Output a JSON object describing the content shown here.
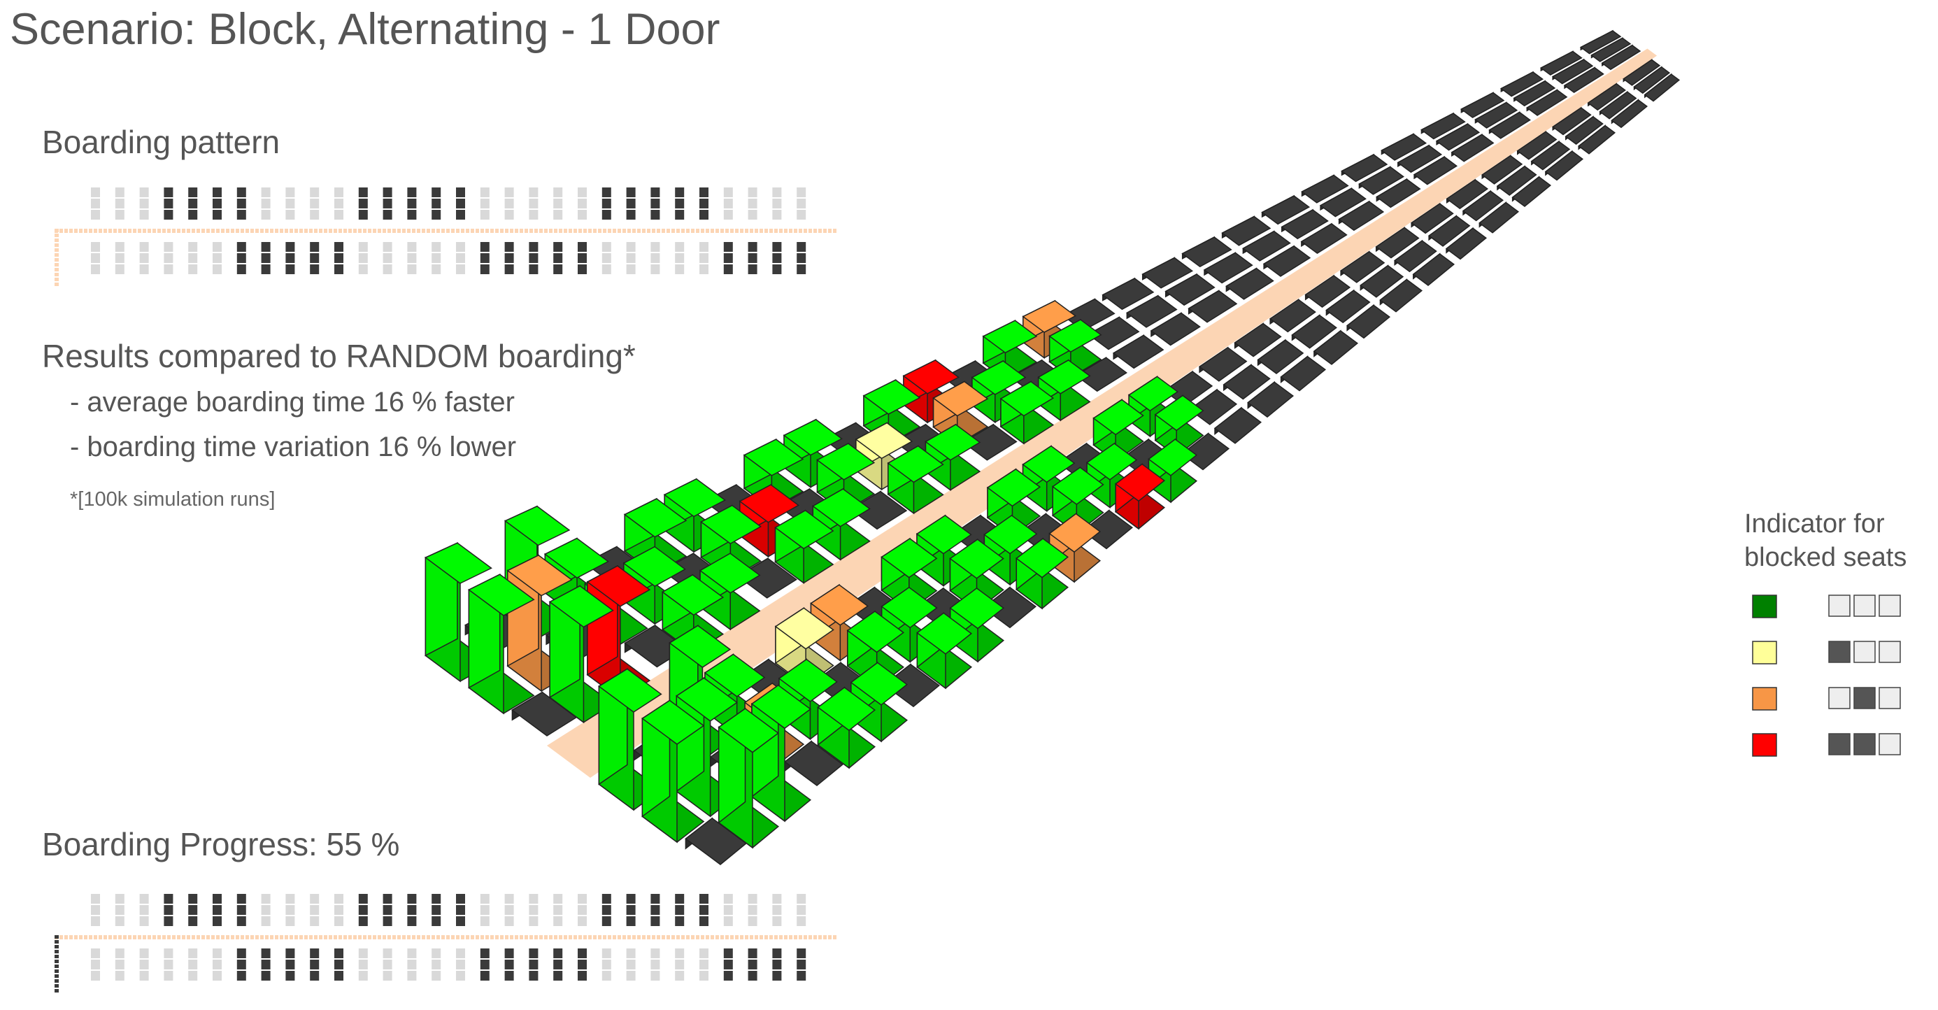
{
  "title": "Scenario: Block, Alternating - 1 Door",
  "boarding_pattern": {
    "heading": "Boarding pattern",
    "rows_per_side": 30,
    "upper_black_rows": [
      3,
      4,
      5,
      6,
      11,
      12,
      13,
      14,
      15,
      21,
      22,
      23,
      24,
      25
    ],
    "lower_black_rows": [
      6,
      7,
      8,
      9,
      10,
      16,
      17,
      18,
      19,
      20,
      26,
      27,
      28,
      29
    ]
  },
  "results": {
    "heading": "Results compared to RANDOM boarding*",
    "lines": [
      "- average boarding time 16 % faster",
      "- boarding time variation 16 % lower"
    ],
    "footnote": "*[100k simulation runs]"
  },
  "progress": {
    "heading": "Boarding Progress: 55 %",
    "value_percent": 55
  },
  "legend": {
    "title_line1": "Indicator for",
    "title_line2": "blocked seats",
    "items": [
      {
        "color": "#008000",
        "seats": [
          false,
          false,
          false
        ]
      },
      {
        "color": "#ffff99",
        "seats": [
          true,
          false,
          false
        ]
      },
      {
        "color": "#f79646",
        "seats": [
          false,
          true,
          false
        ]
      },
      {
        "color": "#ff0000",
        "seats": [
          true,
          true,
          false
        ]
      }
    ]
  },
  "colors": {
    "aisle": "#fcd5b4",
    "seat_dark": "#3a3a3a",
    "seat_light": "#d9d9d9",
    "seated": "#00ee00",
    "blocked_none": "#008000",
    "blocked_one": "#ffff99",
    "blocked_middle": "#f79646",
    "blocked_two": "#ff0000"
  }
}
